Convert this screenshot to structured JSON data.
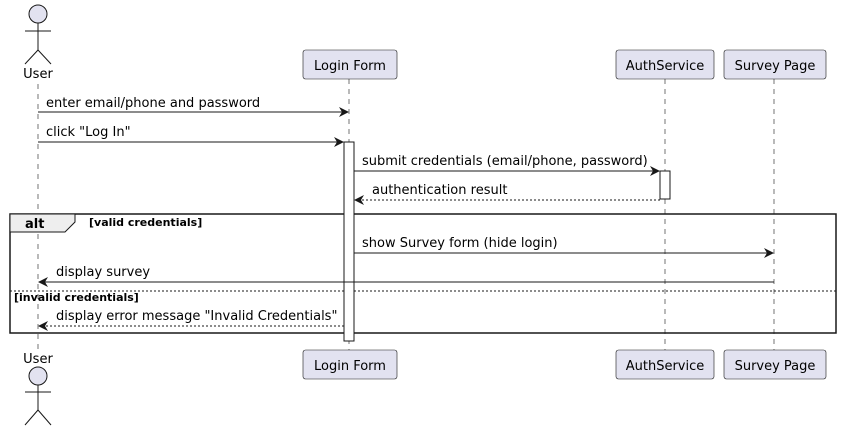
{
  "participants": [
    {
      "id": "user",
      "label": "User",
      "kind": "actor"
    },
    {
      "id": "login",
      "label": "Login Form",
      "kind": "box"
    },
    {
      "id": "auth",
      "label": "AuthService",
      "kind": "box"
    },
    {
      "id": "survey",
      "label": "Survey Page",
      "kind": "box"
    }
  ],
  "messages": [
    {
      "from": "user",
      "to": "login",
      "label": "enter email/phone and password",
      "style": "solid"
    },
    {
      "from": "user",
      "to": "login",
      "label": "click \"Log In\"",
      "style": "solid"
    },
    {
      "from": "login",
      "to": "auth",
      "label": "submit credentials (email/phone, password)",
      "style": "solid"
    },
    {
      "from": "auth",
      "to": "login",
      "label": "authentication result",
      "style": "dashed"
    },
    {
      "from": "login",
      "to": "survey",
      "label": "show Survey form (hide login)",
      "style": "solid"
    },
    {
      "from": "survey",
      "to": "user",
      "label": "display survey",
      "style": "solid"
    },
    {
      "from": "login",
      "to": "user",
      "label": "display error message \"Invalid Credentials\"",
      "style": "dashed"
    }
  ],
  "alt_fragment": {
    "keyword": "alt",
    "guard_1": "[valid credentials]",
    "guard_2": "[invalid credentials]"
  },
  "colors": {
    "participant_fill": "#e2e2f0",
    "participant_stroke": "#181818",
    "lifeline": "#181818",
    "activation_fill": "#ffffff",
    "fragment_fill": "#eeeeee"
  }
}
